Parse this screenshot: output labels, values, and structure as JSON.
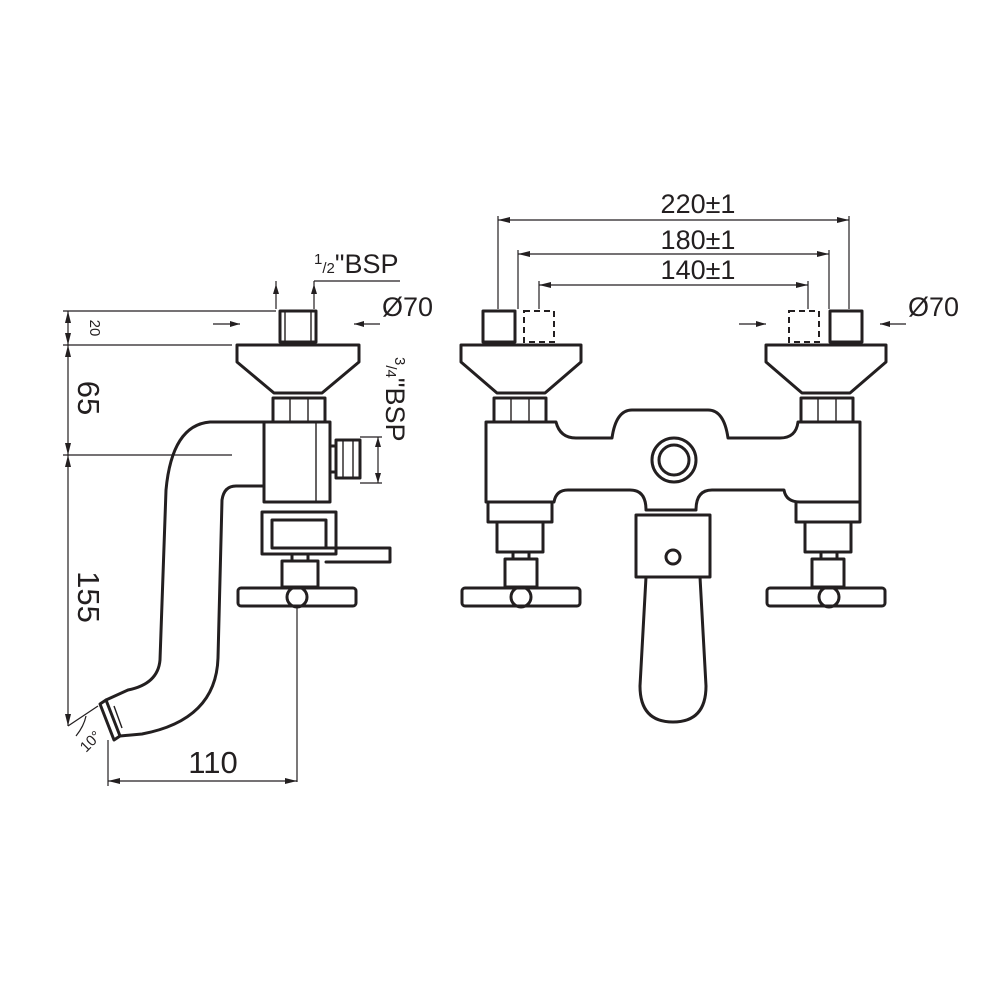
{
  "side_view": {
    "inlet_thread": {
      "num": "1",
      "den": "2",
      "rest": "\"BSP"
    },
    "outlet_thread": {
      "num": "3",
      "den": "4",
      "rest": "\"BSP"
    },
    "flange_diameter": "Ø70",
    "dim_top": "20",
    "dim_upper": "65",
    "dim_lower": "155",
    "dim_width": "110",
    "angle": "10°"
  },
  "front_view": {
    "dim_outer": "220±1",
    "dim_middle": "180±1",
    "dim_inner": "140±1",
    "flange_diameter": "Ø70"
  }
}
